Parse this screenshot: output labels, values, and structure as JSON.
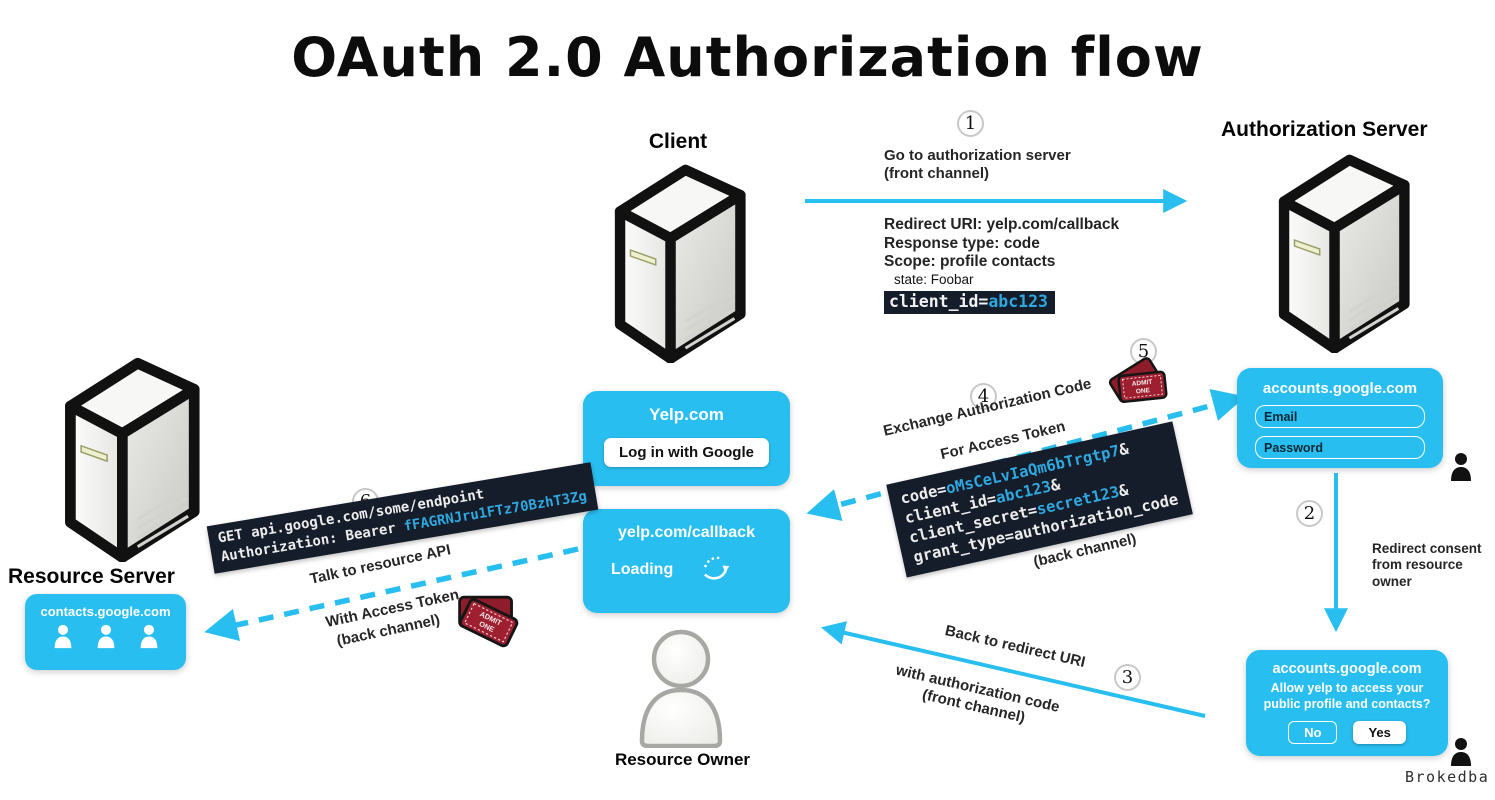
{
  "title": "OAuth 2.0 Authorization flow",
  "signature": "Brokedba",
  "colors": {
    "accent_cyan": "#29bef0",
    "terminal_bg": "#151c2a",
    "code_value_cyan": "#2fa8e0",
    "ticket_red": "#8e1c2a"
  },
  "actors": {
    "client": "Client",
    "authorization_server": "Authorization Server",
    "resource_server": "Resource Server",
    "resource_owner": "Resource Owner"
  },
  "boxes": {
    "yelp": {
      "title": "Yelp.com",
      "login_button": "Log in with Google"
    },
    "callback": {
      "title": "yelp.com/callback",
      "loading": "Loading"
    },
    "google_login": {
      "title": "accounts.google.com",
      "email": "Email",
      "password": "Password"
    },
    "google_consent": {
      "title": "accounts.google.com",
      "question_line1": "Allow yelp to access your",
      "question_line2": "public profile and contacts?",
      "no": "No",
      "yes": "Yes"
    },
    "contacts": {
      "title": "contacts.google.com"
    }
  },
  "step1": {
    "number": "1",
    "caption_line1": "Go to authorization server",
    "caption_line2": "(front channel)"
  },
  "auth_request": {
    "line1": "Redirect URI: yelp.com/callback",
    "line2": "Response type: code",
    "line3": "Scope: profile contacts",
    "line4": "state: Foobar",
    "chip_key": "client_id=",
    "chip_value": "abc123"
  },
  "step2": {
    "number": "2",
    "caption_line1": "Redirect consent",
    "caption_line2": "from resource owner"
  },
  "step3": {
    "number": "3",
    "caption_line1": "Back to redirect URI",
    "caption_line2": "with authorization code",
    "caption_line3": "(front channel)"
  },
  "step4": {
    "number": "4",
    "caption_line1": "Exchange Authorization Code",
    "caption_line2": "For Access Token"
  },
  "step5": {
    "number": "5"
  },
  "token_request": {
    "l1_key": "code=",
    "l1_val": "oMsCeLvIaQm6bTrgtp7",
    "l1_amp": "&",
    "l2_key": "client_id=",
    "l2_val": "abc123",
    "l2_amp": "&",
    "l3_key": "client_secret=",
    "l3_val": "secret123",
    "l3_amp": "&",
    "l4_key": "grant_type=authorization_code",
    "note": "(back channel)"
  },
  "step6": {
    "number": "6",
    "code_line1": "GET api.google.com/some/endpoint",
    "code_line2_prefix": "Authorization: Bearer ",
    "code_line2_token": "fFAGRNJru1FTz70BzhT3Zg",
    "caption_line1": "Talk to resource API",
    "caption_line2": "With Access Token",
    "caption_line3": "(back channel)"
  },
  "ticket": {
    "line1": "ADMIT",
    "line2": "ONE"
  }
}
